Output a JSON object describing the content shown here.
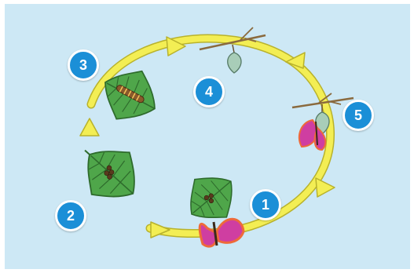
{
  "diagram": {
    "colors": {
      "background": "#cde8f5",
      "cycle_arrow": "#f3ee54",
      "arrow_outline": "#b8b22c",
      "leaf": "#4fa64a",
      "leaf_vein": "#2e6b2c",
      "badge": "#1b8fd7",
      "butterfly": "#cf3ea1",
      "butterfly_edge": "#ee6a3a",
      "chrysalis": "#a8cdb8"
    },
    "stages": [
      {
        "number": "1",
        "content": "butterfly-on-leaf-with-eggs"
      },
      {
        "number": "2",
        "content": "leaf-with-eggs"
      },
      {
        "number": "3",
        "content": "caterpillar-on-leaf"
      },
      {
        "number": "4",
        "content": "chrysalis-on-twig"
      },
      {
        "number": "5",
        "content": "butterfly-emerging-from-chrysalis"
      }
    ]
  }
}
